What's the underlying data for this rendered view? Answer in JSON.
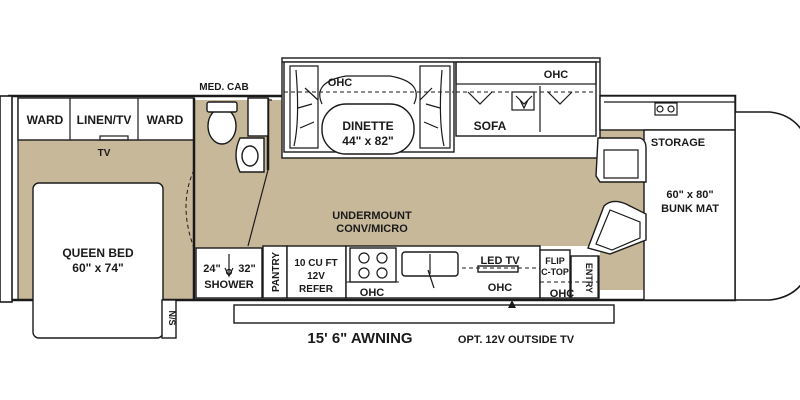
{
  "labels": {
    "med_cab": "MED. CAB",
    "ward_left": "WARD",
    "linen_tv": "LINEN/TV",
    "ward_right": "WARD",
    "tv": "TV",
    "queen_bed": "QUEEN BED",
    "queen_bed_size": "60\" x 74\"",
    "ns": "N/S",
    "shower": "SHOWER",
    "shower_w": "24\"",
    "shower_d": "32\"",
    "pantry": "PANTRY",
    "refer_1": "10 CU FT",
    "refer_2": "12V",
    "refer_3": "REFER",
    "ohc_dinette": "OHC",
    "dinette": "DINETTE",
    "dinette_size": "44\" x 82\"",
    "ohc_sofa": "OHC",
    "sofa": "SOFA",
    "undermount_1": "UNDERMOUNT",
    "undermount_2": "CONV/MICRO",
    "ohc_stove": "OHC",
    "led_tv": "LED TV",
    "ohc_tv": "OHC",
    "flip_1": "FLIP",
    "flip_2": "C-TOP",
    "ohc_entry": "OHC",
    "entry": "ENTRY",
    "storage": "STORAGE",
    "bunk_1": "60\" x 80\"",
    "bunk_2": "BUNK MAT",
    "awning": "15' 6\" AWNING",
    "outside_tv": "OPT. 12V OUTSIDE TV"
  },
  "colors": {
    "floor": "#c8b89a",
    "line": "#1a1a1a",
    "fixture": "#ffffff"
  }
}
